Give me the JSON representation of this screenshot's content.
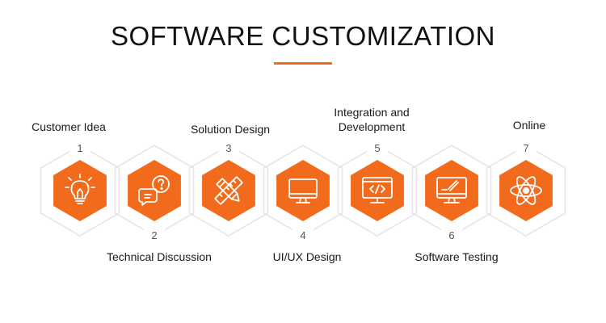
{
  "title": "SOFTWARE CUSTOMIZATION",
  "colors": {
    "accent": "#F26A1B",
    "hex_fill": "#F26A1B",
    "hex_outline": "#E6E6E6",
    "number_bg": "#FFFFFF",
    "text": "#1A1A1A"
  },
  "steps": [
    {
      "number": "1",
      "label_lines": [
        "Customer Idea"
      ],
      "icon": "lightbulb-icon"
    },
    {
      "number": "2",
      "label_lines": [
        "Technical Discussion"
      ],
      "icon": "chat-question-icon"
    },
    {
      "number": "3",
      "label_lines": [
        "Solution Design"
      ],
      "icon": "pencil-ruler-icon"
    },
    {
      "number": "4",
      "label_lines": [
        "UI/UX Design"
      ],
      "icon": "monitor-icon"
    },
    {
      "number": "5",
      "label_lines": [
        "Integration and",
        "Development"
      ],
      "icon": "code-monitor-icon"
    },
    {
      "number": "6",
      "label_lines": [
        "Software Testing"
      ],
      "icon": "monitor-pen-icon"
    },
    {
      "number": "7",
      "label_lines": [
        "Online"
      ],
      "icon": "atom-icon"
    }
  ]
}
